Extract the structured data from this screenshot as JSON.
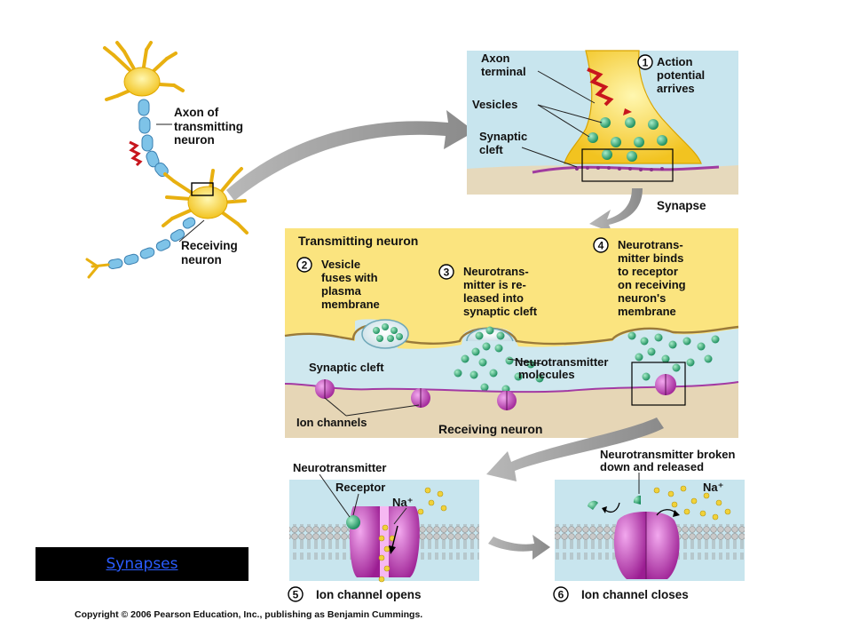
{
  "neuron_overview": {
    "axon_label": [
      "Axon of",
      "transmitting",
      "neuron"
    ],
    "receiving_label": [
      "Receiving",
      "neuron"
    ]
  },
  "synapse_panel": {
    "axon_terminal": [
      "Axon",
      "terminal"
    ],
    "vesicles": "Vesicles",
    "synaptic_cleft": [
      "Synaptic",
      "cleft"
    ],
    "step1_number": "1",
    "step1_text": [
      "Action",
      "potential",
      "arrives"
    ],
    "caption": "Synapse"
  },
  "detail_panel": {
    "transmitting_neuron": "Transmitting neuron",
    "step2_number": "2",
    "step2_text": [
      "Vesicle",
      "fuses with",
      "plasma",
      "membrane"
    ],
    "step3_number": "3",
    "step3_text": [
      "Neurotrans-",
      "mitter is re-",
      "leased into",
      "synaptic cleft"
    ],
    "step4_number": "4",
    "step4_text": [
      "Neurotrans-",
      "mitter binds",
      "to receptor",
      "on receiving",
      "neuron's",
      "membrane"
    ],
    "synaptic_cleft": "Synaptic cleft",
    "nt_molecules": [
      "Neurotransmitter",
      "molecules"
    ],
    "ion_channels": "Ion channels",
    "receiving_neuron": "Receiving neuron"
  },
  "step5_panel": {
    "neurotransmitter": "Neurotransmitter",
    "receptor": "Receptor",
    "na": "Na⁺",
    "step5_number": "5",
    "caption": "Ion channel opens"
  },
  "step6_panel": {
    "broken_down": [
      "Neurotransmitter broken",
      "down and released"
    ],
    "na": "Na⁺",
    "step6_number": "6",
    "caption": "Ion channel closes"
  },
  "link": {
    "label": "Synapses"
  },
  "copyright": "Copyright © 2006 Pearson Education, Inc., publishing as Benjamin Cummings."
}
